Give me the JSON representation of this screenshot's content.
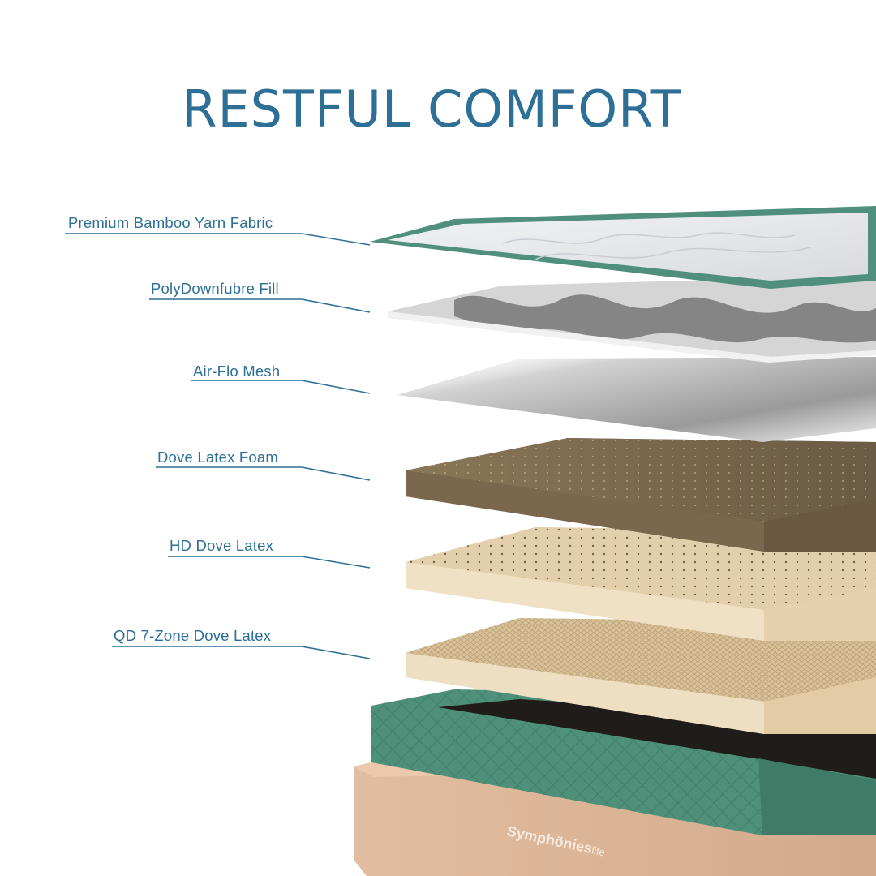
{
  "title": "RESTFUL COMFORT",
  "layers": [
    {
      "label": "Premium Bamboo Yarn Fabric"
    },
    {
      "label": "PolyDownfubre Fill"
    },
    {
      "label": "Air-Flo Mesh"
    },
    {
      "label": "Dove Latex Foam"
    },
    {
      "label": "HD Dove Latex"
    },
    {
      "label": "QD 7-Zone Dove Latex"
    }
  ],
  "brand": {
    "name": "Symphönies",
    "suffix": "life"
  },
  "colors": {
    "title": "#2d6f95",
    "leader": "#2d6f95",
    "bamboo_edge": "#4f8f7c",
    "fabric_top": "#e6e8ec",
    "fill": "#d9d9d9",
    "mesh": "#cfcfcf",
    "latex_foam": "#76624a",
    "hd_latex": "#e8d6b8",
    "zone_latex": "#e6d2ad",
    "cover": "#4e9079",
    "base": "#e0b99b"
  }
}
